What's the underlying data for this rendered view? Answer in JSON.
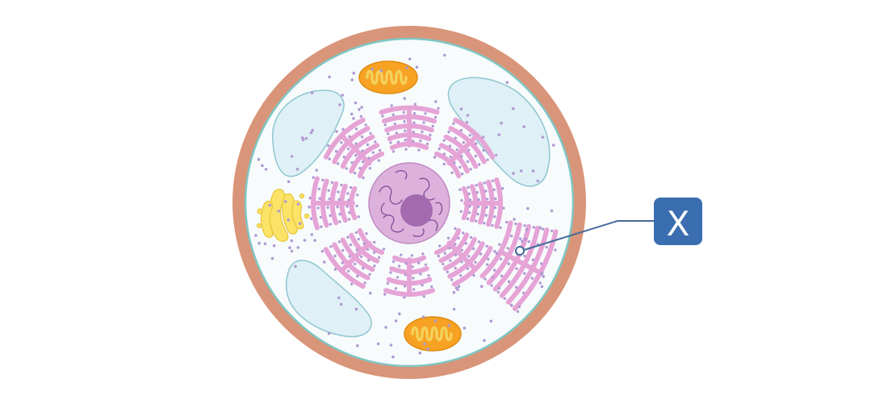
{
  "diagram": {
    "callout": {
      "label": "X"
    },
    "colors": {
      "cell_wall": "#d99579",
      "cell_interior": "#f7fbfc",
      "membrane": "#7fc6c4",
      "vacuole": "#dff0f7",
      "vacuole_stroke": "#8fc6cf",
      "mitochondria": "#f7a223",
      "mitochondria_inner": "#f4d15b",
      "golgi": "#fbe367",
      "golgi_stroke": "#e9c63a",
      "er": "#e6a4d6",
      "er_stroke": "#c77cb6",
      "ribosome": "#b09ad2",
      "nucleus": "#dcb2dc",
      "nucleolus": "#a46aaf",
      "chromatin": "#7e4d98",
      "label_fill": "#3b6eb0",
      "label_text": "#ffffff",
      "leader_line": "#45699a"
    },
    "icons": [
      "cell-wall",
      "cell-membrane",
      "vacuole",
      "mitochondrion",
      "golgi-apparatus",
      "rough-endoplasmic-reticulum",
      "ribosome",
      "nucleus",
      "nucleolus",
      "chromatin"
    ]
  }
}
